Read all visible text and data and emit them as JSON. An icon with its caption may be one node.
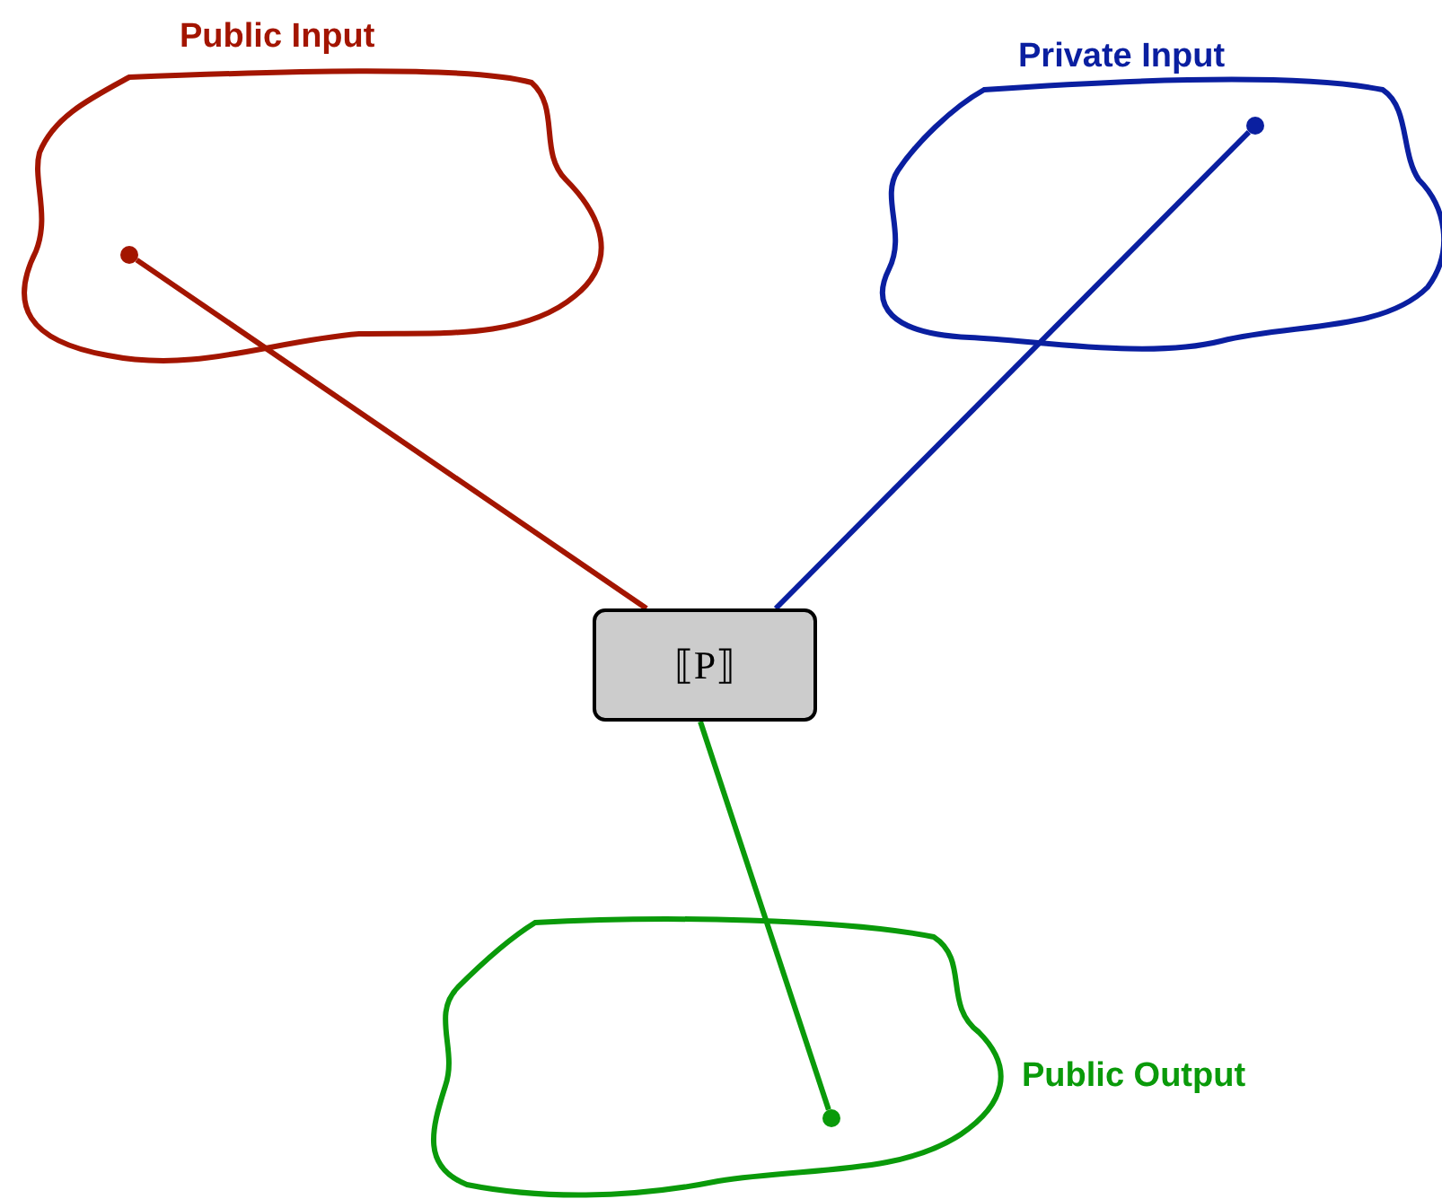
{
  "diagram": {
    "nodes": [
      {
        "text": [
          "Public Input"
        ]
      },
      {
        "text": [],
        "shape": "circle",
        "in": 0
      },
      {
        "text": [
          "Private Input"
        ]
      },
      {
        "text": [],
        "shape": "circle",
        "in": 2
      },
      {
        "text": [
          "⟦P⟧"
        ]
      },
      {
        "text": [
          "Public Output"
        ]
      },
      {
        "text": [],
        "shape": "circle",
        "in": 5
      }
    ],
    "edges": [
      {
        "from": 1,
        "to": 4,
        "arrow": "none",
        "color": "#a31500"
      },
      {
        "from": 3,
        "to": 4,
        "arrow": "none",
        "color": "#0a1fa0"
      },
      {
        "from": 4,
        "to": 6,
        "arrow": "none",
        "color": "#0a9a0a"
      }
    ]
  }
}
